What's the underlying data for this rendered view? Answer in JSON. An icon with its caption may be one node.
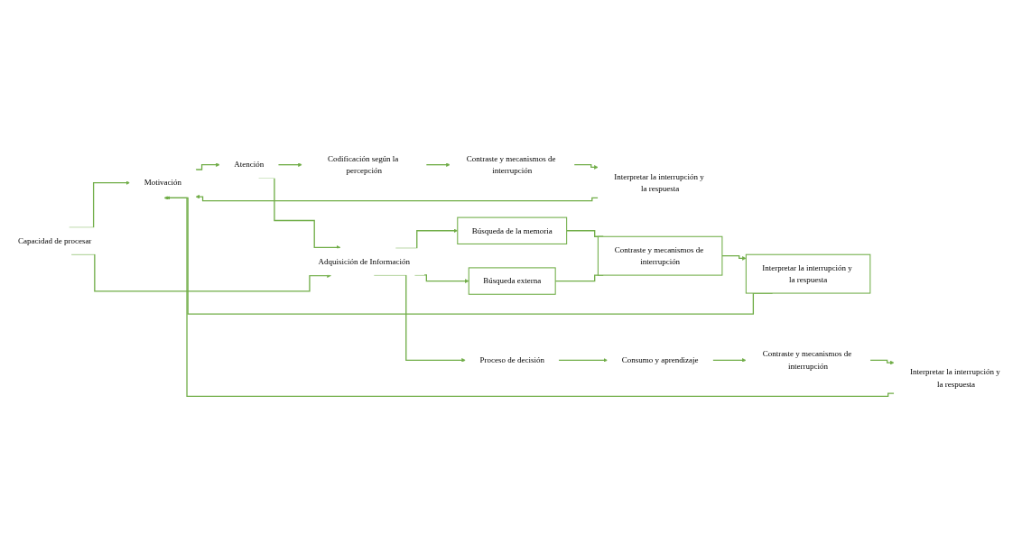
{
  "diagram": {
    "nodes": [
      {
        "text": [
          "Motivación"
        ]
      },
      {
        "text": [
          "Atención"
        ]
      },
      {
        "text": [
          "Codificación según la percepción"
        ]
      },
      {
        "text": [
          "Contraste y mecanismos de interrupción"
        ]
      },
      {
        "text": [
          "Interpretar la interrupción y la respuesta"
        ]
      },
      {
        "text": [
          "Capacidad de procesar"
        ]
      },
      {
        "text": [
          "Adquisición de Información"
        ]
      },
      {
        "text": [
          "Búsqueda de la memoria"
        ]
      },
      {
        "text": [
          "Búsqueda externa"
        ]
      },
      {
        "text": [
          "Contraste y mecanismos de interrupción"
        ]
      },
      {
        "text": [
          "Interpretar la interrupción y la respuesta"
        ]
      },
      {
        "text": [
          "Proceso de decisión"
        ]
      },
      {
        "text": [
          "Consumo y aprendizaje"
        ]
      },
      {
        "text": [
          "Contraste y mecanismos de interrupción"
        ]
      },
      {
        "text": [
          "Interpretar la interrupción y la respuesta"
        ]
      }
    ],
    "edges": [
      {
        "from": 5,
        "to": 0,
        "arrow": "to"
      },
      {
        "from": 0,
        "to": 1,
        "arrow": "to"
      },
      {
        "from": 1,
        "to": 2,
        "arrow": "to"
      },
      {
        "from": 2,
        "to": 3,
        "arrow": "to"
      },
      {
        "from": 3,
        "to": 4,
        "arrow": "to"
      },
      {
        "from": 4,
        "to": 0,
        "arrow": "to"
      },
      {
        "from": 1,
        "to": 6,
        "arrow": "to"
      },
      {
        "from": 5,
        "to": 6,
        "arrow": "to"
      },
      {
        "from": 6,
        "to": 7,
        "arrow": "to"
      },
      {
        "from": 6,
        "to": 8,
        "arrow": "to"
      },
      {
        "from": 7,
        "to": 9,
        "arrow": "none"
      },
      {
        "from": 8,
        "to": 9,
        "arrow": "none"
      },
      {
        "from": 9,
        "to": 10,
        "arrow": "to"
      },
      {
        "from": 10,
        "to": 0,
        "arrow": "to"
      },
      {
        "from": 6,
        "to": 11,
        "arrow": "to"
      },
      {
        "from": 11,
        "to": 12,
        "arrow": "to"
      },
      {
        "from": 12,
        "to": 13,
        "arrow": "to"
      },
      {
        "from": 13,
        "to": 14,
        "arrow": "to"
      },
      {
        "from": 14,
        "to": 0,
        "arrow": "to"
      }
    ]
  }
}
